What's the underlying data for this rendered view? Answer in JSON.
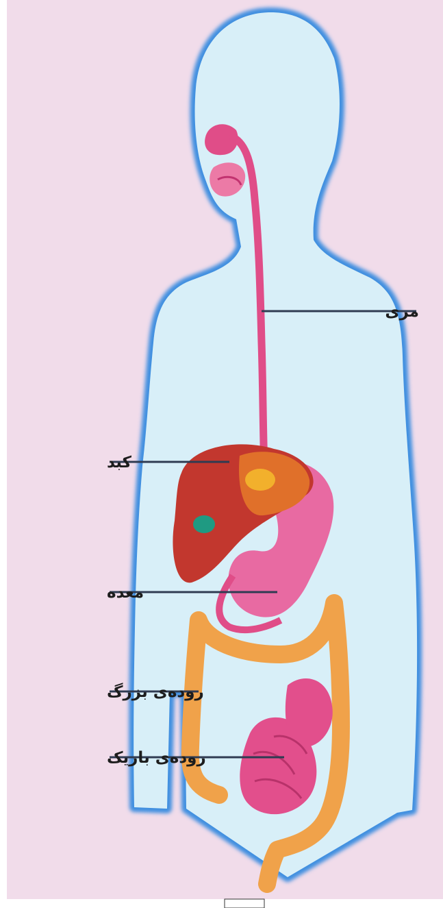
{
  "colors": {
    "background": "#f1dcea",
    "body_fill": "#d8eff8",
    "body_outline": "#3f8fe0",
    "esophagus": "#e04d88",
    "liver": "#c2372e",
    "liver_right_lobe": "#e0702a",
    "gallbladder": "#1f9a82",
    "stomach": "#e86aa2",
    "small_intestine": "#e24f8c",
    "large_intestine": "#f0a24a",
    "leader_line": "#2f3b52",
    "label_text": "#1d1d1d"
  },
  "labels": {
    "esophagus": "مری",
    "liver": "کبد",
    "stomach": "معده",
    "large_intestine": "روده‌ی بزرگ",
    "small_intestine": "روده‌ی باریک"
  }
}
